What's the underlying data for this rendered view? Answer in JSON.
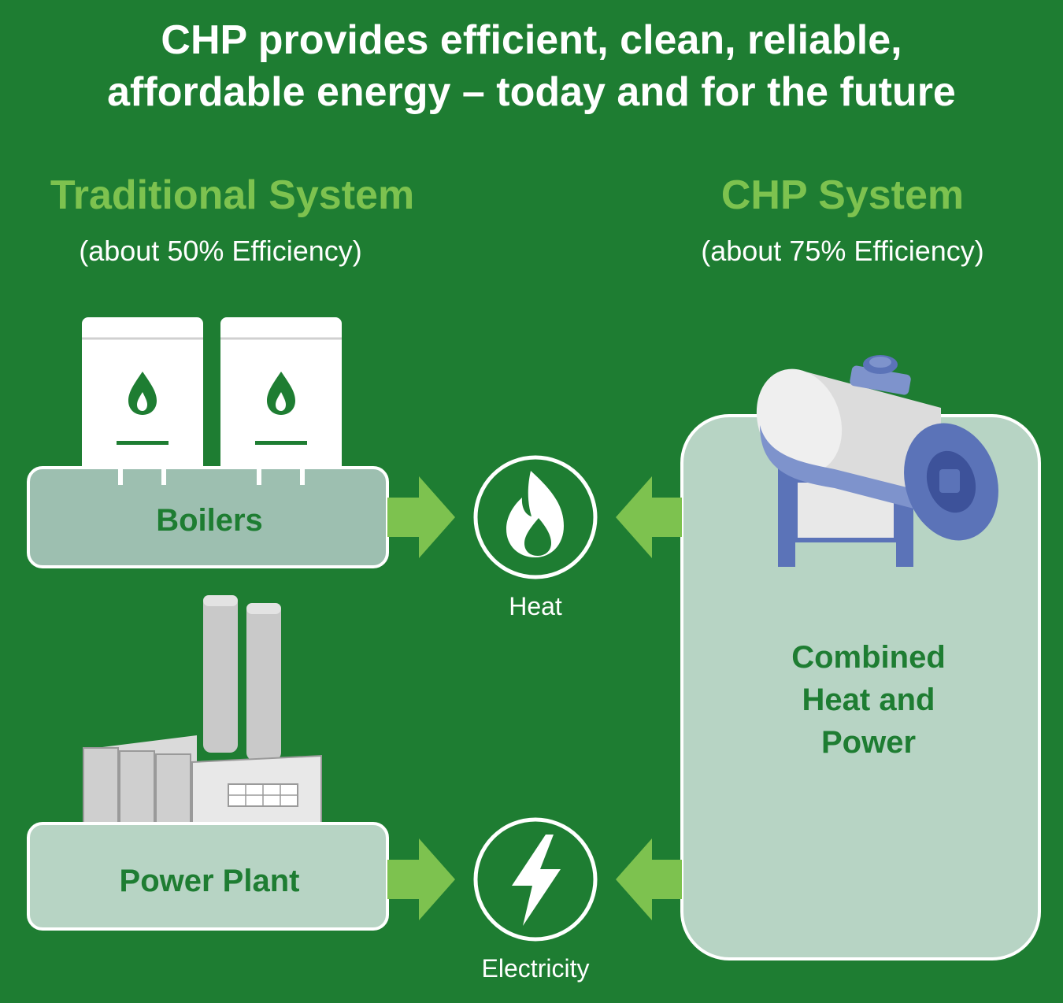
{
  "title": {
    "line1": "CHP provides efficient, clean, reliable,",
    "line2": "affordable energy – today and for the future"
  },
  "traditional": {
    "heading": "Traditional System",
    "subheading": "(about 50% Efficiency)",
    "boilers_label": "Boilers",
    "power_plant_label": "Power Plant"
  },
  "chp": {
    "heading": "CHP System",
    "subheading": "(about 75% Efficiency)",
    "unit_label_line1": "Combined",
    "unit_label_line2": "Heat and",
    "unit_label_line3": "Power"
  },
  "outputs": {
    "heat_label": "Heat",
    "electricity_label": "Electricity"
  },
  "colors": {
    "background": "#1e7d32",
    "accent_green": "#7dc24f",
    "panel": "#b7d4c4",
    "engine_blue": "#5b73b8"
  },
  "icons": [
    "flame-icon",
    "lightning-icon",
    "boiler-icon",
    "factory-icon",
    "engine-icon"
  ]
}
